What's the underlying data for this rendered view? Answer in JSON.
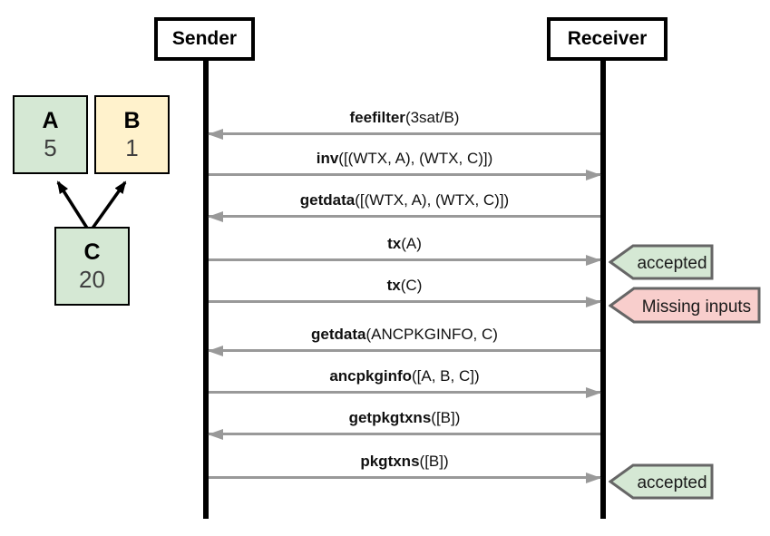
{
  "actors": {
    "sender": "Sender",
    "receiver": "Receiver"
  },
  "dag": {
    "nodes": [
      {
        "label": "A",
        "value": "5",
        "fill": "#d5e8d4"
      },
      {
        "label": "B",
        "value": "1",
        "fill": "#fff2cc"
      },
      {
        "label": "C",
        "value": "20",
        "fill": "#d5e8d4"
      }
    ],
    "edges": [
      {
        "from": "C",
        "to": "A"
      },
      {
        "from": "C",
        "to": "B"
      }
    ]
  },
  "messages": [
    {
      "name": "feefilter",
      "args": "(3sat/B)",
      "direction": "left"
    },
    {
      "name": "inv",
      "args": "([(WTX, A), (WTX, C)])",
      "direction": "right"
    },
    {
      "name": "getdata",
      "args": "([(WTX, A), (WTX, C)])",
      "direction": "left"
    },
    {
      "name": "tx",
      "args": "(A)",
      "direction": "right",
      "tag": {
        "label": "accepted",
        "fill": "#d5e8d4"
      }
    },
    {
      "name": "tx",
      "args": "(C)",
      "direction": "right",
      "tag": {
        "label": "Missing inputs",
        "fill": "#f8cecc"
      }
    },
    {
      "name": "getdata",
      "args": "(ANCPKGINFO, C)",
      "direction": "left"
    },
    {
      "name": "ancpkginfo",
      "args": "([A, B, C])",
      "direction": "right"
    },
    {
      "name": "getpkgtxns",
      "args": "([B])",
      "direction": "left"
    },
    {
      "name": "pkgtxns",
      "args": "([B])",
      "direction": "right",
      "tag": {
        "label": "accepted",
        "fill": "#d5e8d4"
      }
    }
  ],
  "colors": {
    "arrow": "#999999",
    "lifeline": "#000000",
    "tag_border": "#666666",
    "accepted_fill": "#d5e8d4",
    "rejected_fill": "#f8cecc",
    "node_green": "#d5e8d4",
    "node_yellow": "#fff2cc"
  }
}
